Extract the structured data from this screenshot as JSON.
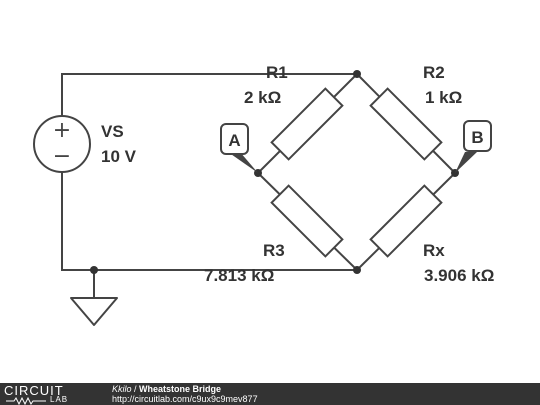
{
  "circuit": {
    "source": {
      "name": "VS",
      "value": "10 V",
      "plus": "+",
      "minus": "−"
    },
    "resistors": [
      {
        "id": "r1",
        "name": "R1",
        "value": "2 kΩ"
      },
      {
        "id": "r2",
        "name": "R2",
        "value": "1 kΩ"
      },
      {
        "id": "r3",
        "name": "R3",
        "value": "7.813 kΩ"
      },
      {
        "id": "rx",
        "name": "Rx",
        "value": "3.906 kΩ"
      }
    ],
    "probes": [
      {
        "id": "a",
        "label": "A"
      },
      {
        "id": "b",
        "label": "B"
      }
    ]
  },
  "footer": {
    "logo_top": "CIRCUIT",
    "logo_bottom": "LAB",
    "author": "Kkilo",
    "separator": " / ",
    "title": "Wheatstone Bridge",
    "url": "http://circuitlab.com/c9ux9c9mev877"
  }
}
